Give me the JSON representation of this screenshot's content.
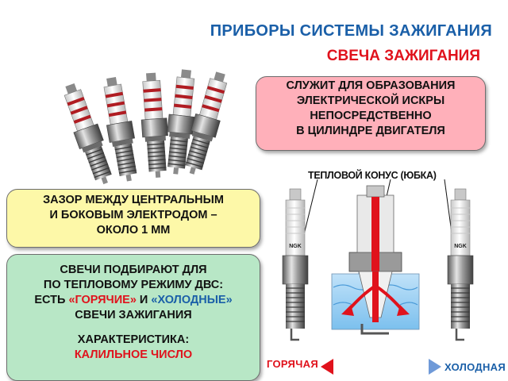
{
  "header": {
    "title": "ПРИБОРЫ СИСТЕМЫ ЗАЖИГАНИЯ",
    "subtitle": "СВЕЧА ЗАЖИГАНИЯ"
  },
  "purpose_box": {
    "lines": [
      "СЛУЖИТ ДЛЯ ОБРАЗОВАНИЯ",
      "ЭЛЕКТРИЧЕСКОЙ ИСКРЫ",
      "НЕПОСРЕДСТВЕННО",
      "В ЦИЛИНДРЕ ДВИГАТЕЛЯ"
    ],
    "color": "#ffb0ba"
  },
  "gap_box": {
    "lines": [
      "ЗАЗОР МЕЖДУ ЦЕНТРАЛЬНЫМ",
      "И БОКОВЫМ ЭЛЕКТРОДОМ –",
      "ОКОЛО 1 ММ"
    ],
    "color": "#fdf8a8"
  },
  "selection_box": {
    "line1": "СВЕЧИ ПОДБИРАЮТ ДЛЯ",
    "line2": "ПО ТЕПЛОВОМУ РЕЖИМУ ДВС:",
    "line3_prefix": "ЕСТЬ ",
    "hot_word": "«ГОРЯЧИЕ»",
    "line3_and": " И ",
    "cold_word": "«ХОЛОДНЫЕ»",
    "line4": "СВЕЧИ ЗАЖИГАНИЯ",
    "char_label": "ХАРАКТЕРИСТИКА:",
    "char_value": "КАЛИЛЬНОЕ ЧИСЛО",
    "color": "#b8e7c6"
  },
  "diagram": {
    "cone_label": "ТЕПЛОВОЙ КОНУС (ЮБКА)",
    "brand_text": "NGK",
    "hot_label": "ГОРЯЧАЯ",
    "cold_label": "ХОЛОДНАЯ",
    "hot_color": "#e0121c",
    "cold_color": "#1a5fa8"
  }
}
